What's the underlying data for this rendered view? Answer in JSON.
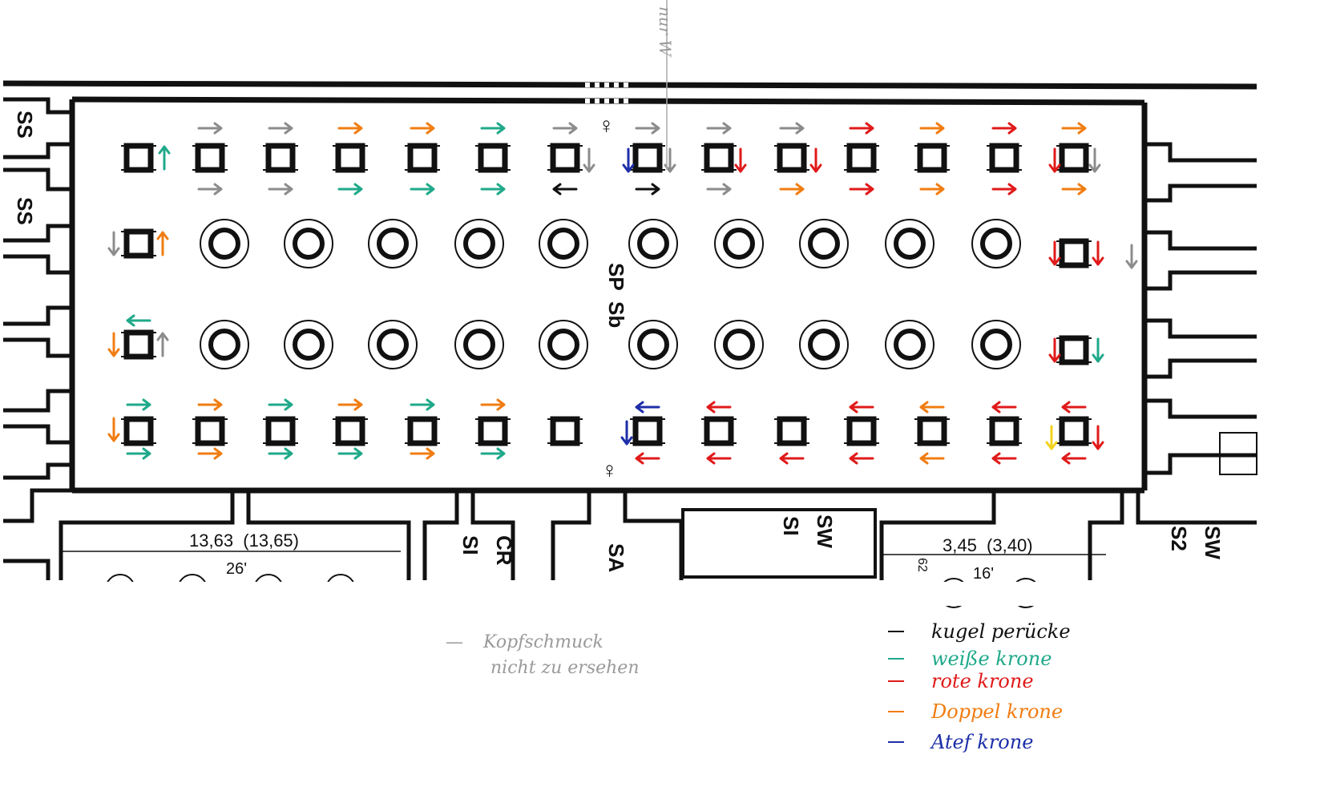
{
  "colors": {
    "kugel": "#8c8c8c",
    "weiss": "#1fa98a",
    "rot": "#e01a1a",
    "doppel": "#f07d12",
    "atef": "#1d2ea8",
    "black": "#111111",
    "yellow": "#f2d21b"
  },
  "legend": [
    {
      "key": "kugel",
      "label": "kugel perücke"
    },
    {
      "key": "weiss",
      "label": "weiße krone"
    },
    {
      "key": "rot",
      "label": "rote krone"
    },
    {
      "key": "doppel",
      "label": "Doppel krone"
    },
    {
      "key": "atef",
      "label": "Atef krone"
    }
  ],
  "note": {
    "dash": "—",
    "line1": "Kopfschmuck",
    "line2": "nicht zu ersehen"
  },
  "side_note": "nur W",
  "room_labels": {
    "left_top": "SS",
    "left_mid": "SS",
    "center_sp": "SP",
    "center_sb": "Sb",
    "bottom_si1": "SI",
    "bottom_cr": "CR",
    "bottom_sa": "SA",
    "bottom_si2": "SI",
    "bottom_sw1": "SW",
    "bottom_s2": "S2",
    "bottom_sw2": "SW",
    "bottom_62": "62"
  },
  "dimensions": {
    "left_measure": "13,63  (13,65)",
    "left_feet": "26'",
    "right_measure": "3,45  (3,40)",
    "right_feet": "16'"
  },
  "symbols": {
    "female": "♀"
  },
  "icons": {
    "arrow": "arrow-icon",
    "pillar_square": "square-pillar-icon",
    "column_round": "round-column-icon"
  },
  "arrows": [
    {
      "c": "kugel",
      "dir": "r"
    },
    {
      "c": "kugel",
      "dir": "r"
    },
    {
      "c": "doppel",
      "dir": "r"
    },
    {
      "c": "doppel",
      "dir": "r"
    },
    {
      "c": "weiss",
      "dir": "r"
    },
    {
      "c": "kugel",
      "dir": "r"
    },
    {
      "c": "kugel",
      "dir": "r"
    },
    {
      "c": "kugel",
      "dir": "r"
    },
    {
      "c": "kugel",
      "dir": "r"
    },
    {
      "c": "rot",
      "dir": "r"
    },
    {
      "c": "doppel",
      "dir": "r"
    },
    {
      "c": "rot",
      "dir": "r"
    },
    {
      "c": "doppel",
      "dir": "r"
    },
    {
      "c": "weiss",
      "dir": "u"
    },
    {
      "c": "kugel",
      "dir": "d"
    },
    {
      "c": "atef",
      "dir": "d"
    },
    {
      "c": "kugel",
      "dir": "d"
    },
    {
      "c": "rot",
      "dir": "d"
    },
    {
      "c": "rot",
      "dir": "d"
    },
    {
      "c": "rot",
      "dir": "d"
    },
    {
      "c": "kugel",
      "dir": "d"
    },
    {
      "c": "kugel",
      "dir": "r"
    },
    {
      "c": "kugel",
      "dir": "r"
    },
    {
      "c": "weiss",
      "dir": "r"
    },
    {
      "c": "weiss",
      "dir": "r"
    },
    {
      "c": "weiss",
      "dir": "r"
    },
    {
      "c": "black",
      "dir": "l"
    },
    {
      "c": "black",
      "dir": "r"
    },
    {
      "c": "kugel",
      "dir": "r"
    },
    {
      "c": "doppel",
      "dir": "r"
    },
    {
      "c": "rot",
      "dir": "r"
    },
    {
      "c": "doppel",
      "dir": "r"
    },
    {
      "c": "rot",
      "dir": "r"
    },
    {
      "c": "doppel",
      "dir": "r"
    },
    {
      "c": "kugel",
      "dir": "d"
    },
    {
      "c": "doppel",
      "dir": "u"
    },
    {
      "c": "rot",
      "dir": "d"
    },
    {
      "c": "rot",
      "dir": "d"
    },
    {
      "c": "kugel",
      "dir": "d"
    },
    {
      "c": "weiss",
      "dir": "l"
    },
    {
      "c": "doppel",
      "dir": "d"
    },
    {
      "c": "kugel",
      "dir": "u"
    },
    {
      "c": "rot",
      "dir": "d"
    },
    {
      "c": "weiss",
      "dir": "d"
    },
    {
      "c": "weiss",
      "dir": "r"
    },
    {
      "c": "doppel",
      "dir": "r"
    },
    {
      "c": "weiss",
      "dir": "r"
    },
    {
      "c": "doppel",
      "dir": "r"
    },
    {
      "c": "weiss",
      "dir": "r"
    },
    {
      "c": "doppel",
      "dir": "r"
    },
    {
      "c": "atef",
      "dir": "l"
    },
    {
      "c": "rot",
      "dir": "l"
    },
    {
      "c": "rot",
      "dir": "l"
    },
    {
      "c": "doppel",
      "dir": "l"
    },
    {
      "c": "rot",
      "dir": "l"
    },
    {
      "c": "rot",
      "dir": "l"
    },
    {
      "c": "doppel",
      "dir": "d"
    },
    {
      "c": "atef",
      "dir": "d"
    },
    {
      "c": "yellow",
      "dir": "d"
    },
    {
      "c": "rot",
      "dir": "d"
    },
    {
      "c": "weiss",
      "dir": "r"
    },
    {
      "c": "doppel",
      "dir": "r"
    },
    {
      "c": "weiss",
      "dir": "r"
    },
    {
      "c": "weiss",
      "dir": "r"
    },
    {
      "c": "doppel",
      "dir": "r"
    },
    {
      "c": "weiss",
      "dir": "r"
    },
    {
      "c": "rot",
      "dir": "l"
    },
    {
      "c": "rot",
      "dir": "l"
    },
    {
      "c": "rot",
      "dir": "l"
    },
    {
      "c": "rot",
      "dir": "l"
    },
    {
      "c": "doppel",
      "dir": "l"
    },
    {
      "c": "rot",
      "dir": "l"
    },
    {
      "c": "rot",
      "dir": "l"
    }
  ]
}
